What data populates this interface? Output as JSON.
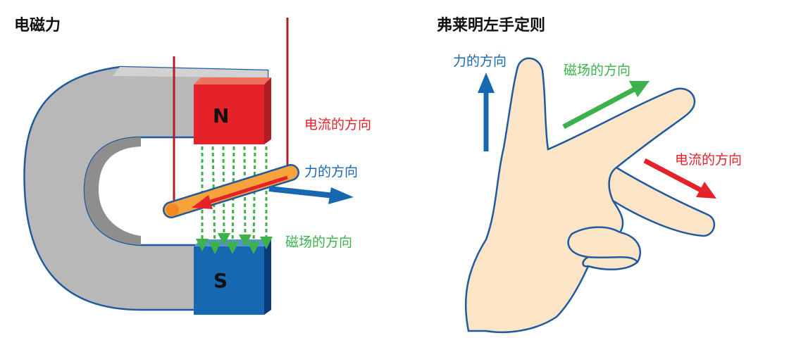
{
  "left": {
    "title": "电磁力",
    "pole_north": "N",
    "pole_south": "S",
    "current_label": "电流的方向",
    "force_label": "力的方向",
    "field_label": "磁场的方向"
  },
  "right": {
    "title": "弗莱明左手定则",
    "force_label": "力的方向",
    "field_label": "磁场的方向",
    "current_label": "电流的方向"
  },
  "colors": {
    "current": "#e5212a",
    "force": "#1668b0",
    "field": "#3bb34a",
    "outline": "#1f5aa0",
    "skin": "#fce5c6",
    "magnet": "#b5b5b5"
  }
}
